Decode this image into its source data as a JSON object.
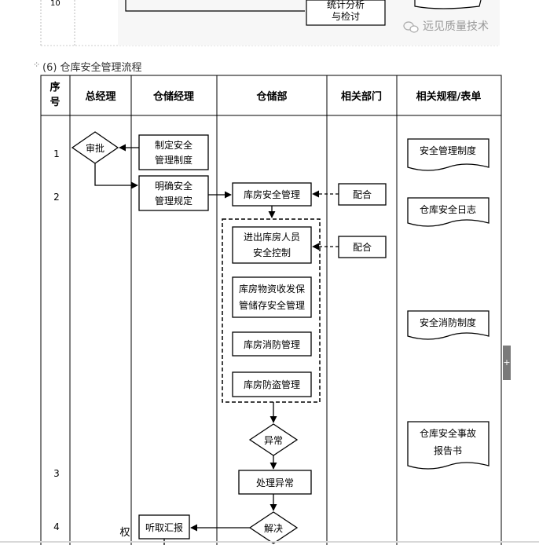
{
  "top_fragment": {
    "row_number": "10",
    "box_text_line1": "统计分析",
    "box_text_line2": "与检讨",
    "watermark": "远见质量技术",
    "watermark_icon": "wechat-icon"
  },
  "section": {
    "title": "(6) 仓库安全管理流程"
  },
  "table": {
    "headers": [
      "序号",
      "总经理",
      "仓储经理",
      "仓储部",
      "相关部门",
      "相关规程/表单"
    ],
    "rows": [
      "1",
      "2",
      "3",
      "4"
    ]
  },
  "nodes": {
    "approve": "审批",
    "set_system_l1": "制定安全",
    "set_system_l2": "管理制度",
    "clarify_l1": "明确安全",
    "clarify_l2": "管理规定",
    "warehouse_mgmt": "库房安全管理",
    "cooperate_1": "配合",
    "cooperate_2": "配合",
    "personnel_l1": "进出库房人员",
    "personnel_l2": "安全控制",
    "storage_l1": "库房物资收发保",
    "storage_l2": "管储存安全管理",
    "fire_mgmt": "库房消防管理",
    "theft_mgmt": "库房防盗管理",
    "abnormal": "异常",
    "handle_abnormal": "处理异常",
    "resolve": "解决",
    "listen_report": "听取汇报",
    "cut_char": "权"
  },
  "documents": {
    "doc1": "安全管理制度",
    "doc2": "仓库安全日志",
    "doc3": "安全消防制度",
    "doc4_l1": "仓库安全事故",
    "doc4_l2": "报告书"
  },
  "side_tab_label": "+"
}
